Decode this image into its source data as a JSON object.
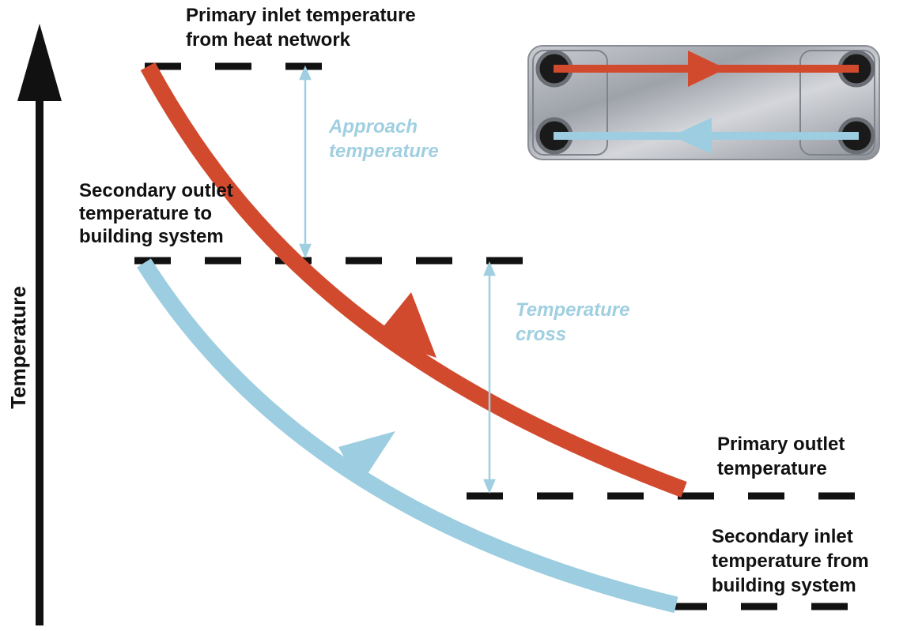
{
  "axis": {
    "label": "Temperature"
  },
  "labels": {
    "primary_inlet": [
      "Primary inlet temperature",
      "from heat network"
    ],
    "secondary_outlet": [
      "Secondary outlet",
      "temperature to",
      "building system"
    ],
    "primary_outlet": [
      "Primary outlet",
      "temperature"
    ],
    "secondary_inlet": [
      "Secondary inlet",
      "temperature from",
      "building system"
    ],
    "approach": [
      "Approach",
      "temperature"
    ],
    "cross": [
      "Temperature",
      "cross"
    ]
  },
  "colors": {
    "primary_flow": "#d24a2e",
    "secondary_flow": "#9ccde0",
    "annotation": "#9fcfe0",
    "dash": "#111111",
    "plate": "#a9acb2"
  },
  "icons": {
    "exchanger": "plate-heat-exchanger-icon"
  }
}
